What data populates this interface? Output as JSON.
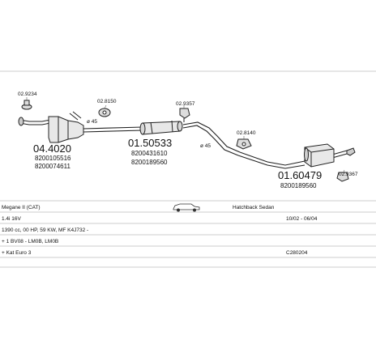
{
  "parts": {
    "p1": {
      "number": "04.4020",
      "ref1": "8200105516",
      "ref2": "8200074611"
    },
    "p2": {
      "number": "01.50533",
      "ref1": "8200431610",
      "ref2": "8200189560"
    },
    "p3": {
      "number": "01.60479",
      "ref1": "8200189560"
    }
  },
  "callouts": {
    "c1": "02.9234",
    "c2": "02.8150",
    "c3": "02.9357",
    "c4": "02.8140",
    "c5": "02.9367"
  },
  "diameters": {
    "d1": "ø 45",
    "d2": "ø 45"
  },
  "info": {
    "model": "Megane II (CAT)",
    "body_type": "Hatchback Sedan",
    "engine": "1.4i 16V",
    "years": "10/02 - 06/04",
    "specs": "1390 cc, 00 HP, 59 KW, MF K4J732 -",
    "chassis": "+ 1 BV08 - LM0B, LM0B",
    "emission": "+ Kat Euro 3",
    "code": "C280204"
  },
  "colors": {
    "line": "#222222",
    "fill": "#e8e8e8",
    "dark": "#555555"
  }
}
